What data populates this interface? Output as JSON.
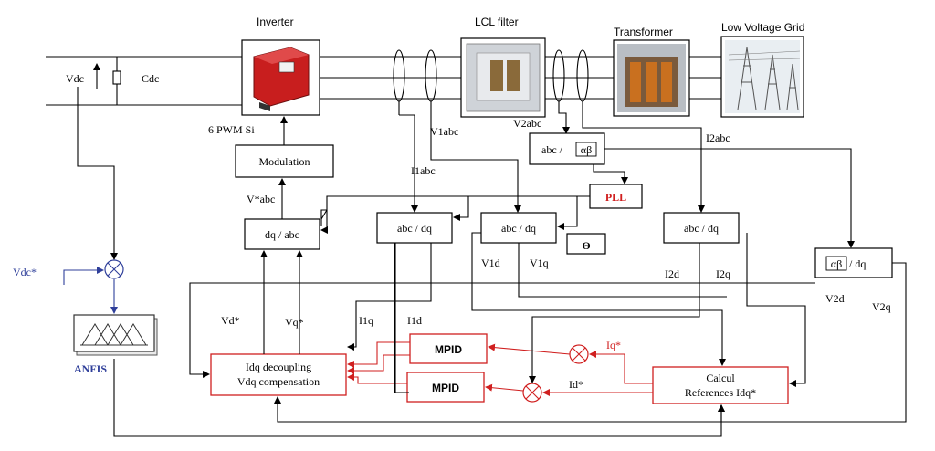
{
  "headers": {
    "inverter": "Inverter",
    "lcl_filter": "LCL filter",
    "transformer": "Transformer",
    "grid": "Low Voltage Grid"
  },
  "blocks": {
    "modulation": "Modulation",
    "dq_abc": "dq / abc",
    "abc_dq_1": "abc / dq",
    "abc_dq_2": "abc / dq",
    "abc_dq_3": "abc / dq",
    "abc_ab_left": "abc /",
    "abc_ab_right": "αβ",
    "ab_dq_left": "αβ",
    "ab_dq_right": "/ dq",
    "pll": "PLL",
    "theta": "Θ",
    "mpid_top": "MPID",
    "mpid_bottom": "MPID",
    "idq_line1": "Idq decoupling",
    "idq_line2": "Vdq compensation",
    "calc_line1": "Calcul",
    "calc_line2": "References Idq*",
    "anfis": "ANFIS"
  },
  "signals": {
    "vdc": "Vdc",
    "cdc": "Cdc",
    "pwm": "6 PWM Si",
    "vabc_star": "V*abc",
    "i1abc": "I1abc",
    "v1abc": "V1abc",
    "v2abc": "V2abc",
    "i2abc": "I2abc",
    "v1d": "V1d",
    "v1q": "V1q",
    "i2d": "I2d",
    "i2q": "I2q",
    "v2d": "V2d",
    "v2q": "V2q",
    "vd_star": "Vd*",
    "vq_star": "Vq*",
    "i1q": "I1q",
    "i1d": "I1d",
    "iq_star": "Iq*",
    "id_star": "Id*",
    "vdc_star": "Vdc*"
  },
  "colors": {
    "control_red": "#d01f1f",
    "anfis_blue": "#2f3f9a",
    "inverter_red": "#c81e1e"
  }
}
